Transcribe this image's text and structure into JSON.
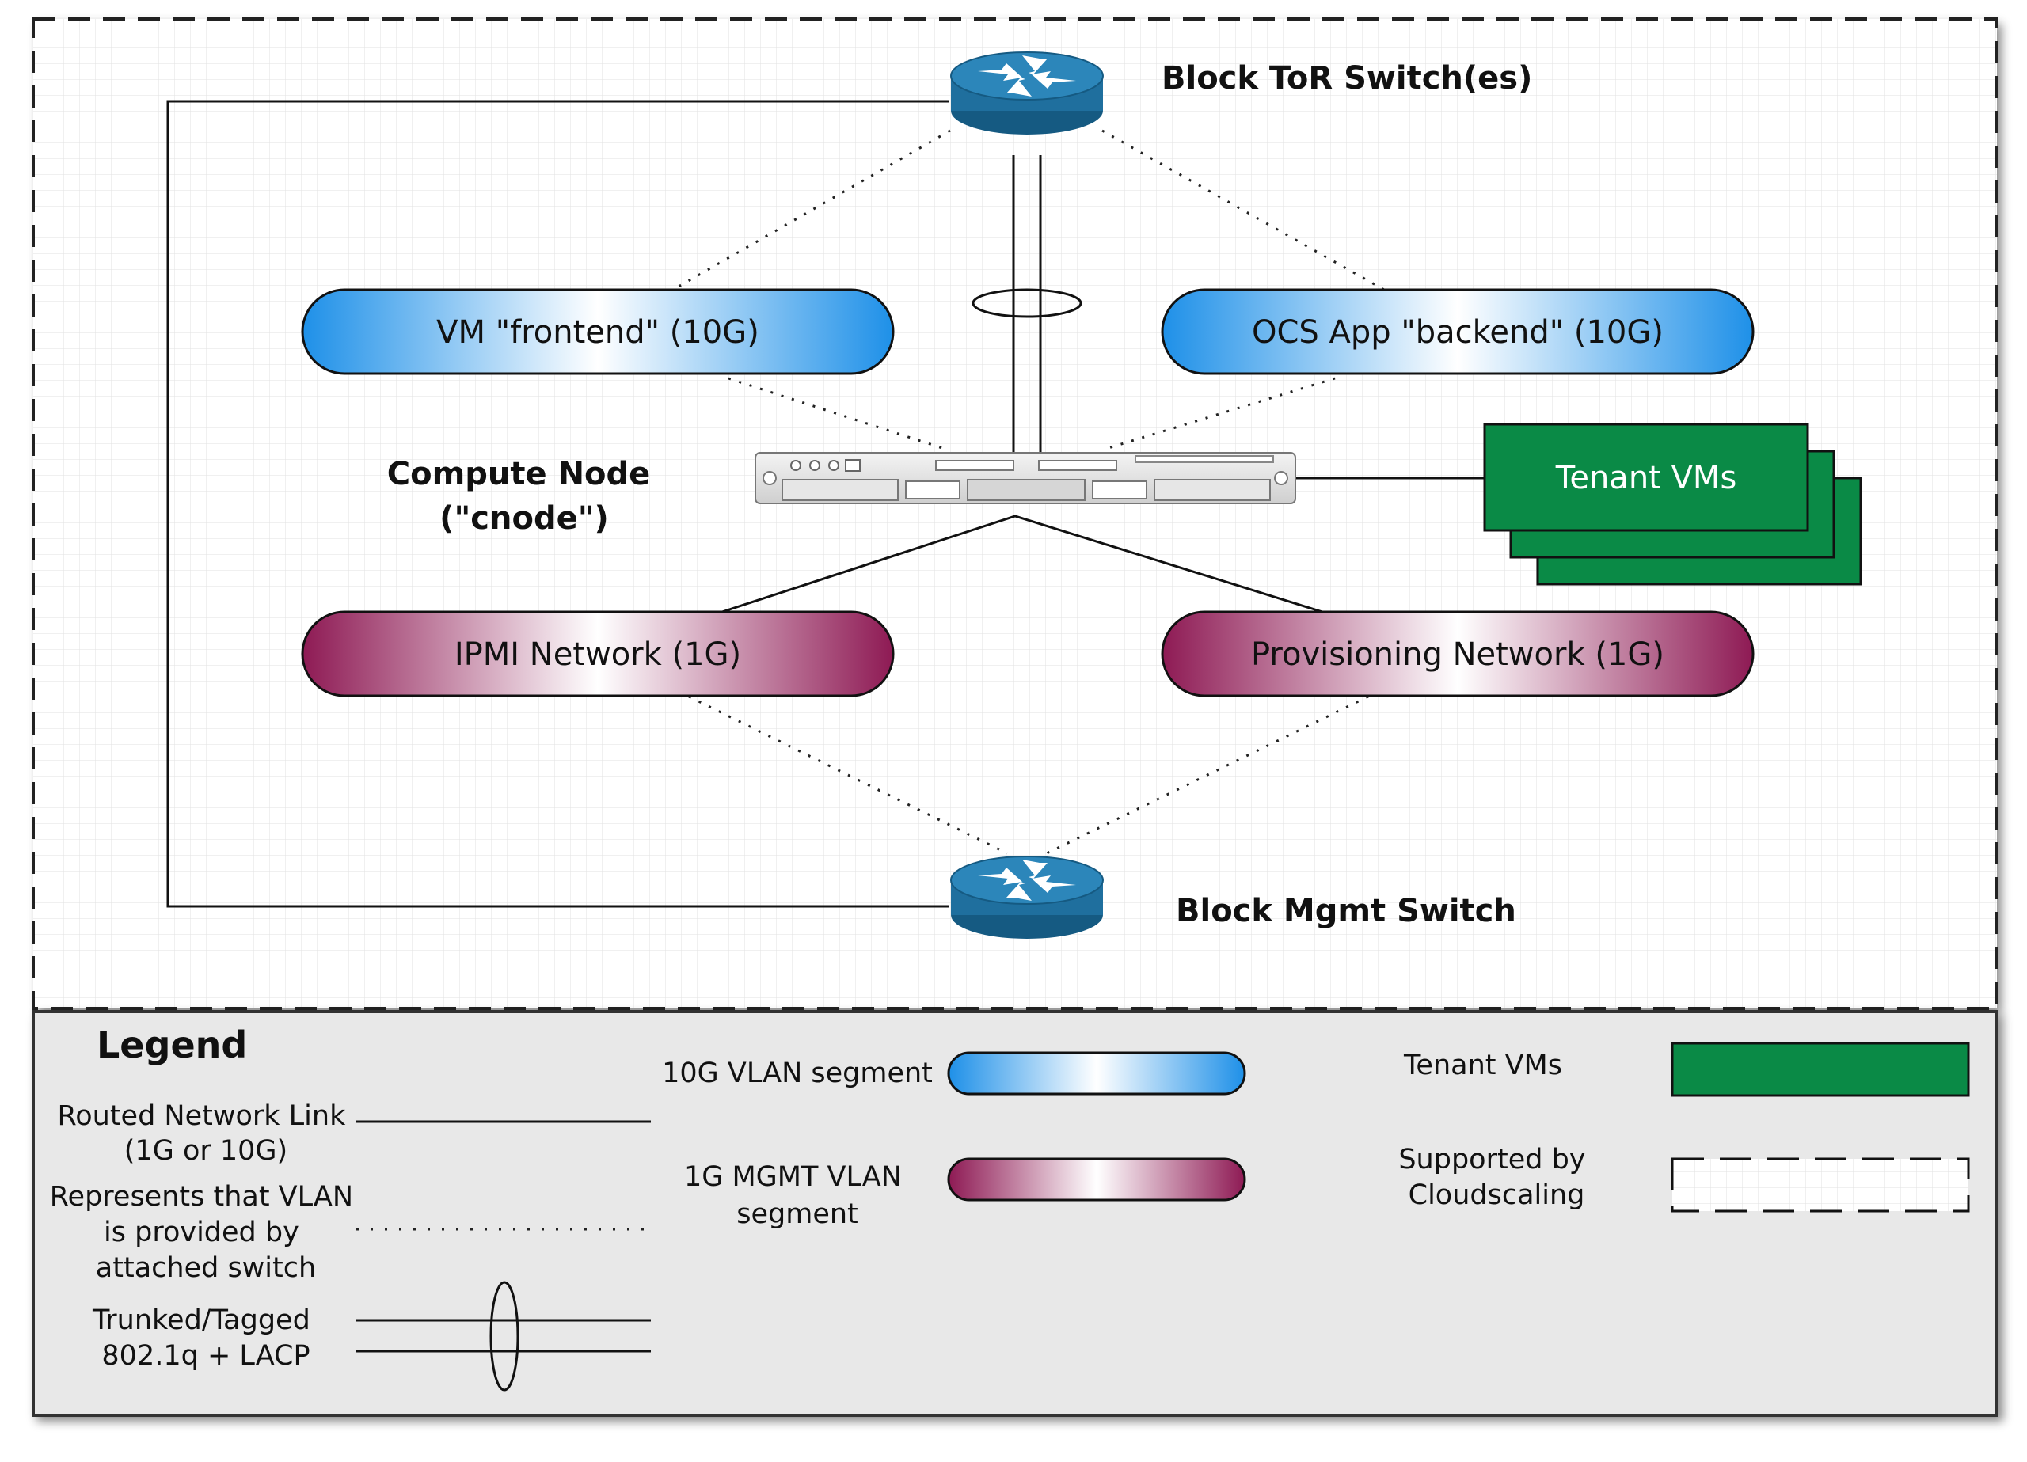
{
  "diagram": {
    "tor_switch_label": "Block ToR Switch(es)",
    "mgmt_switch_label": "Block Mgmt Switch",
    "compute_node_label_line1": "Compute Node",
    "compute_node_label_line2": "(\"cnode\")",
    "vlan_frontend": "VM \"frontend\" (10G)",
    "vlan_backend": "OCS App \"backend\" (10G)",
    "net_ipmi": "IPMI Network (1G)",
    "net_provisioning": "Provisioning Network (1G)",
    "tenant_vms": "Tenant VMs",
    "icons": {
      "router": "router-icon",
      "server": "server-icon"
    }
  },
  "legend": {
    "title": "Legend",
    "routed_link_line1": "Routed Network Link",
    "routed_link_line2": "(1G or 10G)",
    "vlan_switch_line1": "Represents that VLAN",
    "vlan_switch_line2": "is provided by",
    "vlan_switch_line3": "attached switch",
    "trunk_line1": "Trunked/Tagged",
    "trunk_line2": "802.1q + LACP",
    "vlan10g": "10G VLAN segment",
    "mgmt1g_line1": "1G MGMT VLAN",
    "mgmt1g_line2": "segment",
    "tenant_vms": "Tenant VMs",
    "supported_line1": "Supported by",
    "supported_line2": "Cloudscaling"
  },
  "colors": {
    "vlan10g_edge": "#1e90e8",
    "vlan1g_edge": "#8e1a54",
    "tenant_green": "#0a8a46",
    "router_blue": "#1f6f9e",
    "legend_bg": "#e8e8e8"
  }
}
